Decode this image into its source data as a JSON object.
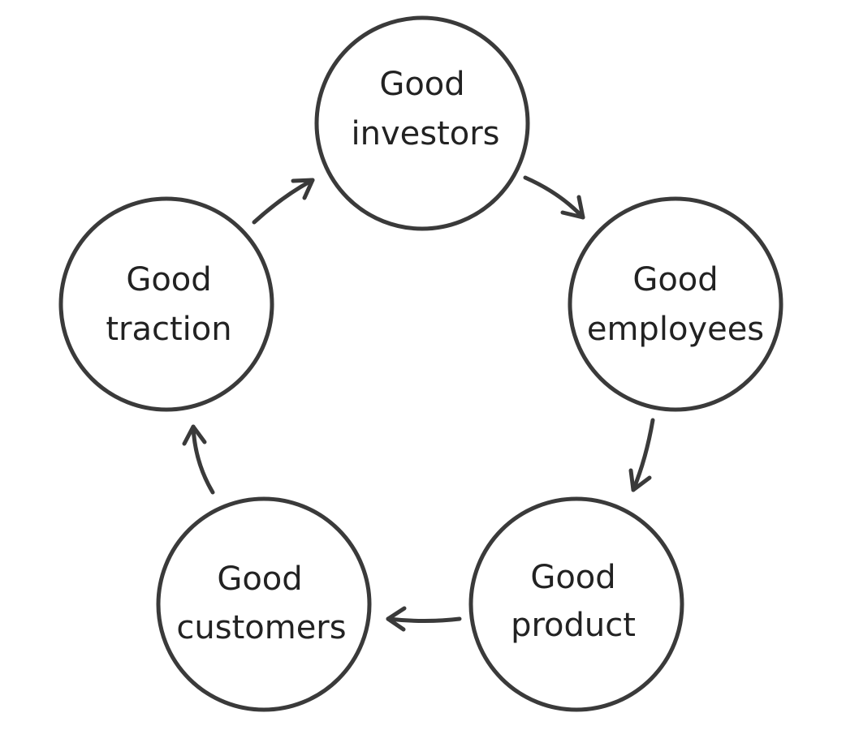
{
  "nodes": [
    {
      "id": "investors",
      "line1": "Good",
      "line2": "investors"
    },
    {
      "id": "employees",
      "line1": "Good",
      "line2": "employees"
    },
    {
      "id": "product",
      "line1": "Good",
      "line2": "product"
    },
    {
      "id": "customers",
      "line1": "Good",
      "line2": "customers"
    },
    {
      "id": "traction",
      "line1": "Good",
      "line2": "traction"
    }
  ],
  "edges": [
    {
      "from": "investors",
      "to": "employees"
    },
    {
      "from": "employees",
      "to": "product"
    },
    {
      "from": "product",
      "to": "customers"
    },
    {
      "from": "customers",
      "to": "traction"
    },
    {
      "from": "traction",
      "to": "investors"
    }
  ],
  "colors": {
    "stroke": "#3a3a3a",
    "text": "#222222",
    "background": "#ffffff"
  }
}
